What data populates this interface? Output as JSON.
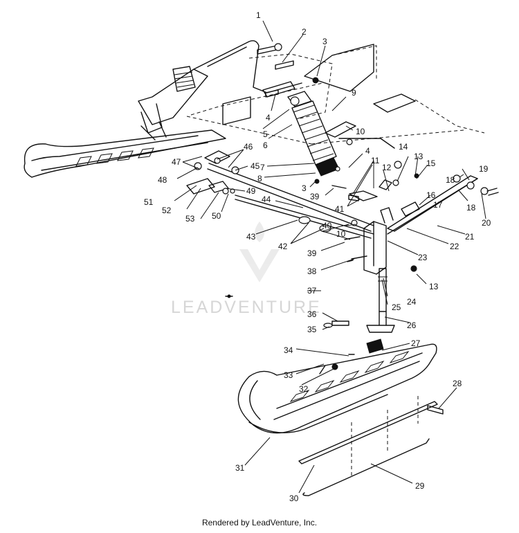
{
  "watermark": {
    "brand": "LEADVENTURE"
  },
  "footer": {
    "text": "Rendered by LeadVenture, Inc."
  },
  "callouts": [
    {
      "id": "c1",
      "label": "1"
    },
    {
      "id": "c2",
      "label": "2"
    },
    {
      "id": "c3",
      "label": "3"
    },
    {
      "id": "c4",
      "label": "4"
    },
    {
      "id": "c4b",
      "label": "4"
    },
    {
      "id": "c5",
      "label": "5"
    },
    {
      "id": "c6",
      "label": "6"
    },
    {
      "id": "c7",
      "label": "7"
    },
    {
      "id": "c8",
      "label": "8"
    },
    {
      "id": "c3b",
      "label": "3"
    },
    {
      "id": "c9",
      "label": "9"
    },
    {
      "id": "c10",
      "label": "10"
    },
    {
      "id": "c10b",
      "label": "10"
    },
    {
      "id": "c11",
      "label": "11"
    },
    {
      "id": "c12",
      "label": "12"
    },
    {
      "id": "c13",
      "label": "13"
    },
    {
      "id": "c13b",
      "label": "13"
    },
    {
      "id": "c14",
      "label": "14"
    },
    {
      "id": "c15",
      "label": "15"
    },
    {
      "id": "c16",
      "label": "16"
    },
    {
      "id": "c17",
      "label": "17"
    },
    {
      "id": "c18",
      "label": "18"
    },
    {
      "id": "c18b",
      "label": "18"
    },
    {
      "id": "c19",
      "label": "19"
    },
    {
      "id": "c20",
      "label": "20"
    },
    {
      "id": "c21",
      "label": "21"
    },
    {
      "id": "c22",
      "label": "22"
    },
    {
      "id": "c23",
      "label": "23"
    },
    {
      "id": "c24",
      "label": "24"
    },
    {
      "id": "c25",
      "label": "25"
    },
    {
      "id": "c26",
      "label": "26"
    },
    {
      "id": "c27",
      "label": "27"
    },
    {
      "id": "c28",
      "label": "28"
    },
    {
      "id": "c29",
      "label": "29"
    },
    {
      "id": "c30",
      "label": "30"
    },
    {
      "id": "c31",
      "label": "31"
    },
    {
      "id": "c32",
      "label": "32"
    },
    {
      "id": "c33",
      "label": "33"
    },
    {
      "id": "c34",
      "label": "34"
    },
    {
      "id": "c35",
      "label": "35"
    },
    {
      "id": "c36",
      "label": "36"
    },
    {
      "id": "c37",
      "label": "37"
    },
    {
      "id": "c38",
      "label": "38"
    },
    {
      "id": "c39",
      "label": "39"
    },
    {
      "id": "c39b",
      "label": "39"
    },
    {
      "id": "c40",
      "label": "40"
    },
    {
      "id": "c41",
      "label": "41"
    },
    {
      "id": "c42",
      "label": "42"
    },
    {
      "id": "c43",
      "label": "43"
    },
    {
      "id": "c44",
      "label": "44"
    },
    {
      "id": "c45",
      "label": "45"
    },
    {
      "id": "c46",
      "label": "46"
    },
    {
      "id": "c47",
      "label": "47"
    },
    {
      "id": "c48",
      "label": "48"
    },
    {
      "id": "c49",
      "label": "49"
    },
    {
      "id": "c50",
      "label": "50"
    },
    {
      "id": "c51",
      "label": "51"
    },
    {
      "id": "c52",
      "label": "52"
    },
    {
      "id": "c53",
      "label": "53"
    }
  ]
}
